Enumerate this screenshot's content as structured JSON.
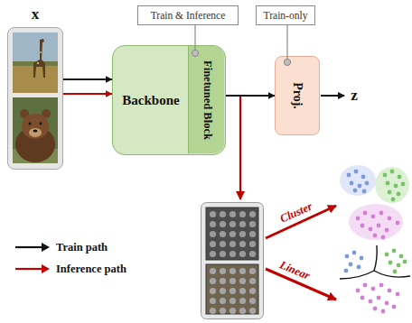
{
  "diagram": {
    "nodes": [
      {
        "text": [
          "x"
        ]
      },
      {
        "text": [
          "Train & Inference"
        ]
      },
      {
        "text": [
          "Train-only"
        ]
      },
      {
        "text": [
          "Backbone"
        ]
      },
      {
        "text": [
          "Finetuned Block"
        ],
        "in": 3
      },
      {
        "text": [
          "Proj."
        ]
      }
    ],
    "edges": [
      {
        "from": 0,
        "to": 3,
        "arrow": "to"
      },
      {
        "from": 0,
        "to": 3,
        "arrow": "to"
      },
      {
        "from": 4,
        "to": 5,
        "arrow": "to"
      },
      {
        "from": 1,
        "to": 4,
        "arrow": "none"
      },
      {
        "from": 2,
        "to": 5,
        "arrow": "none"
      }
    ],
    "labels": [
      "z",
      "Cluster",
      "Linear"
    ],
    "legend": [
      {
        "text": "Train path"
      },
      {
        "text": "Inference path"
      }
    ]
  }
}
